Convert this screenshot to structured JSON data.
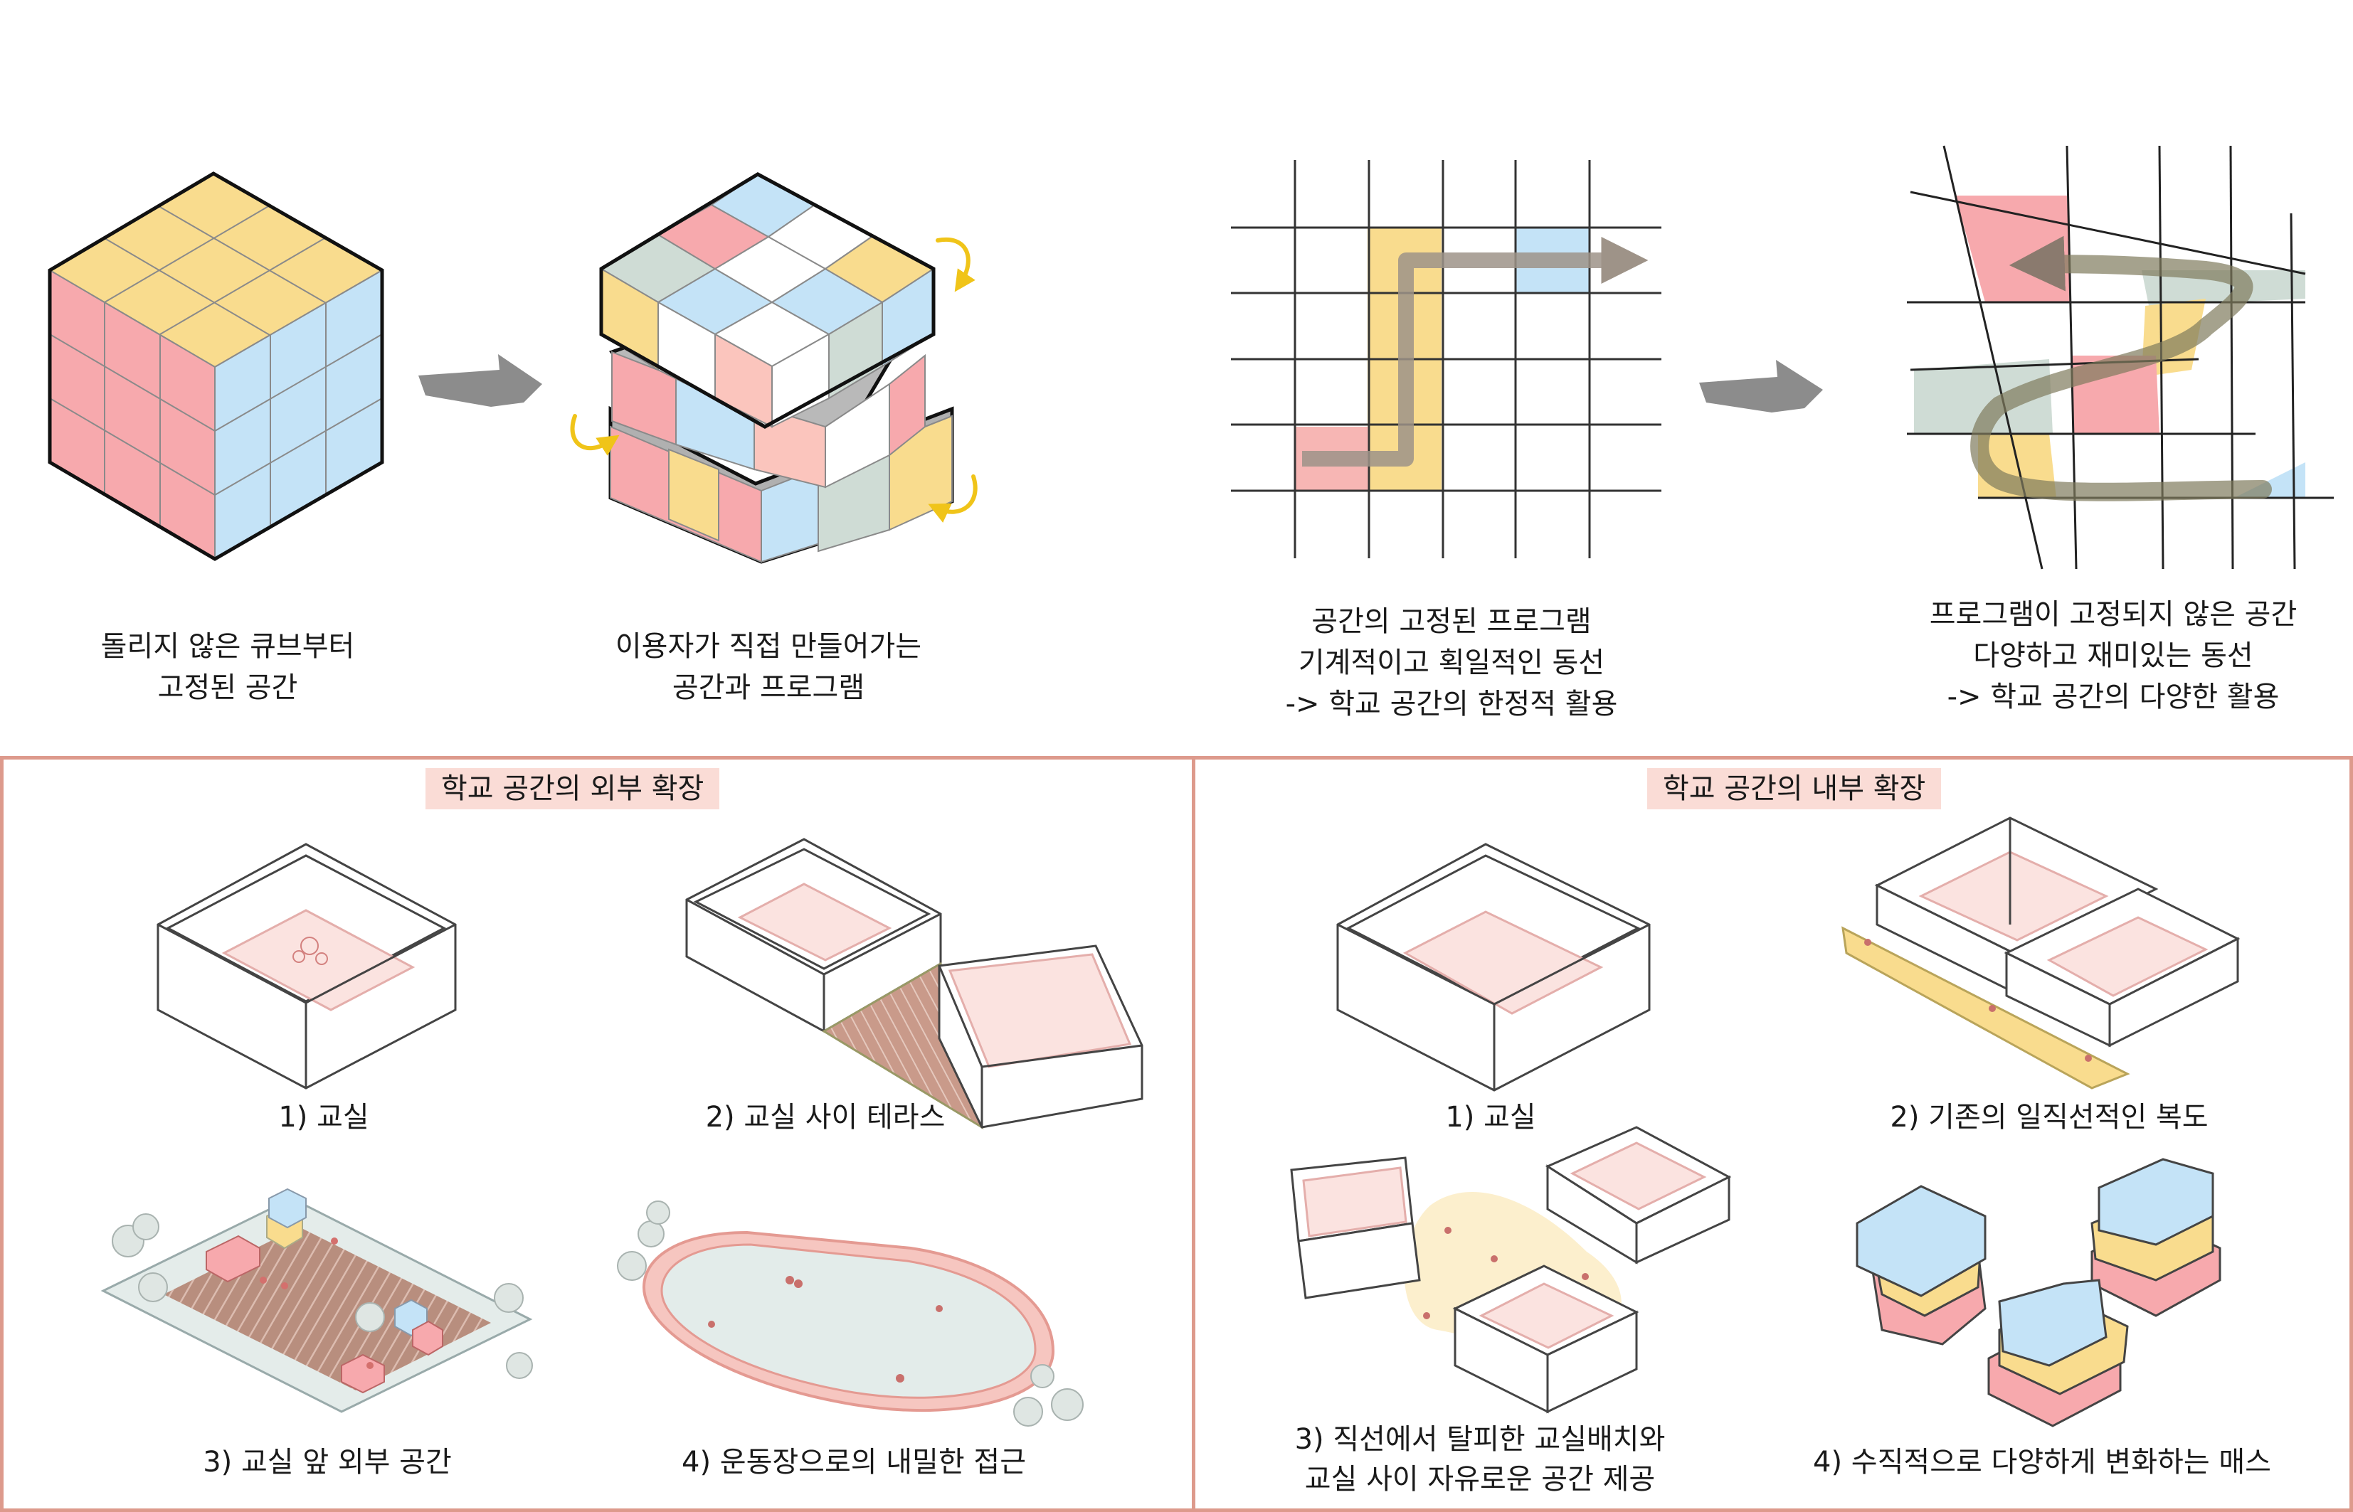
{
  "top": {
    "cube_fixed_caption": [
      "돌리지 않은 큐브부터",
      "고정된 공간"
    ],
    "cube_user_caption": [
      "이용자가 직접 만들어가는",
      "공간과 프로그램"
    ],
    "grid_fixed_caption": [
      "공간의 고정된 프로그램",
      "기계적이고 획일적인 동선",
      "-> 학교 공간의 한정적 활용"
    ],
    "grid_free_caption": [
      "프로그램이 고정되지 않은 공간",
      "다양하고 재미있는 동선",
      "-> 학교 공간의 다양한 활용"
    ]
  },
  "panels": {
    "external": {
      "title": "학교 공간의 외부 확장",
      "items": [
        "1) 교실",
        "2) 교실 사이 테라스",
        "3) 교실 앞 외부 공간",
        "4) 운동장으로의 내밀한 접근"
      ]
    },
    "internal": {
      "title": "학교 공간의 내부 확장",
      "items": [
        "1) 교실",
        "2) 기존의 일직선적인 복도",
        "3) 직선에서 탈피한 교실배치와",
        "교실 사이 자유로운 공간 제공",
        "4)  수직적으로 다양하게 변화하는 매스"
      ]
    }
  },
  "colors": {
    "pink": "#f7a9ad",
    "yellow": "#f9dc8e",
    "blue": "#c4e3f7",
    "sage": "#cfdcd5",
    "panel_border": "#dd9a8c",
    "header_bg": "#fadcd6",
    "arrow_gold": "#f0c419"
  }
}
